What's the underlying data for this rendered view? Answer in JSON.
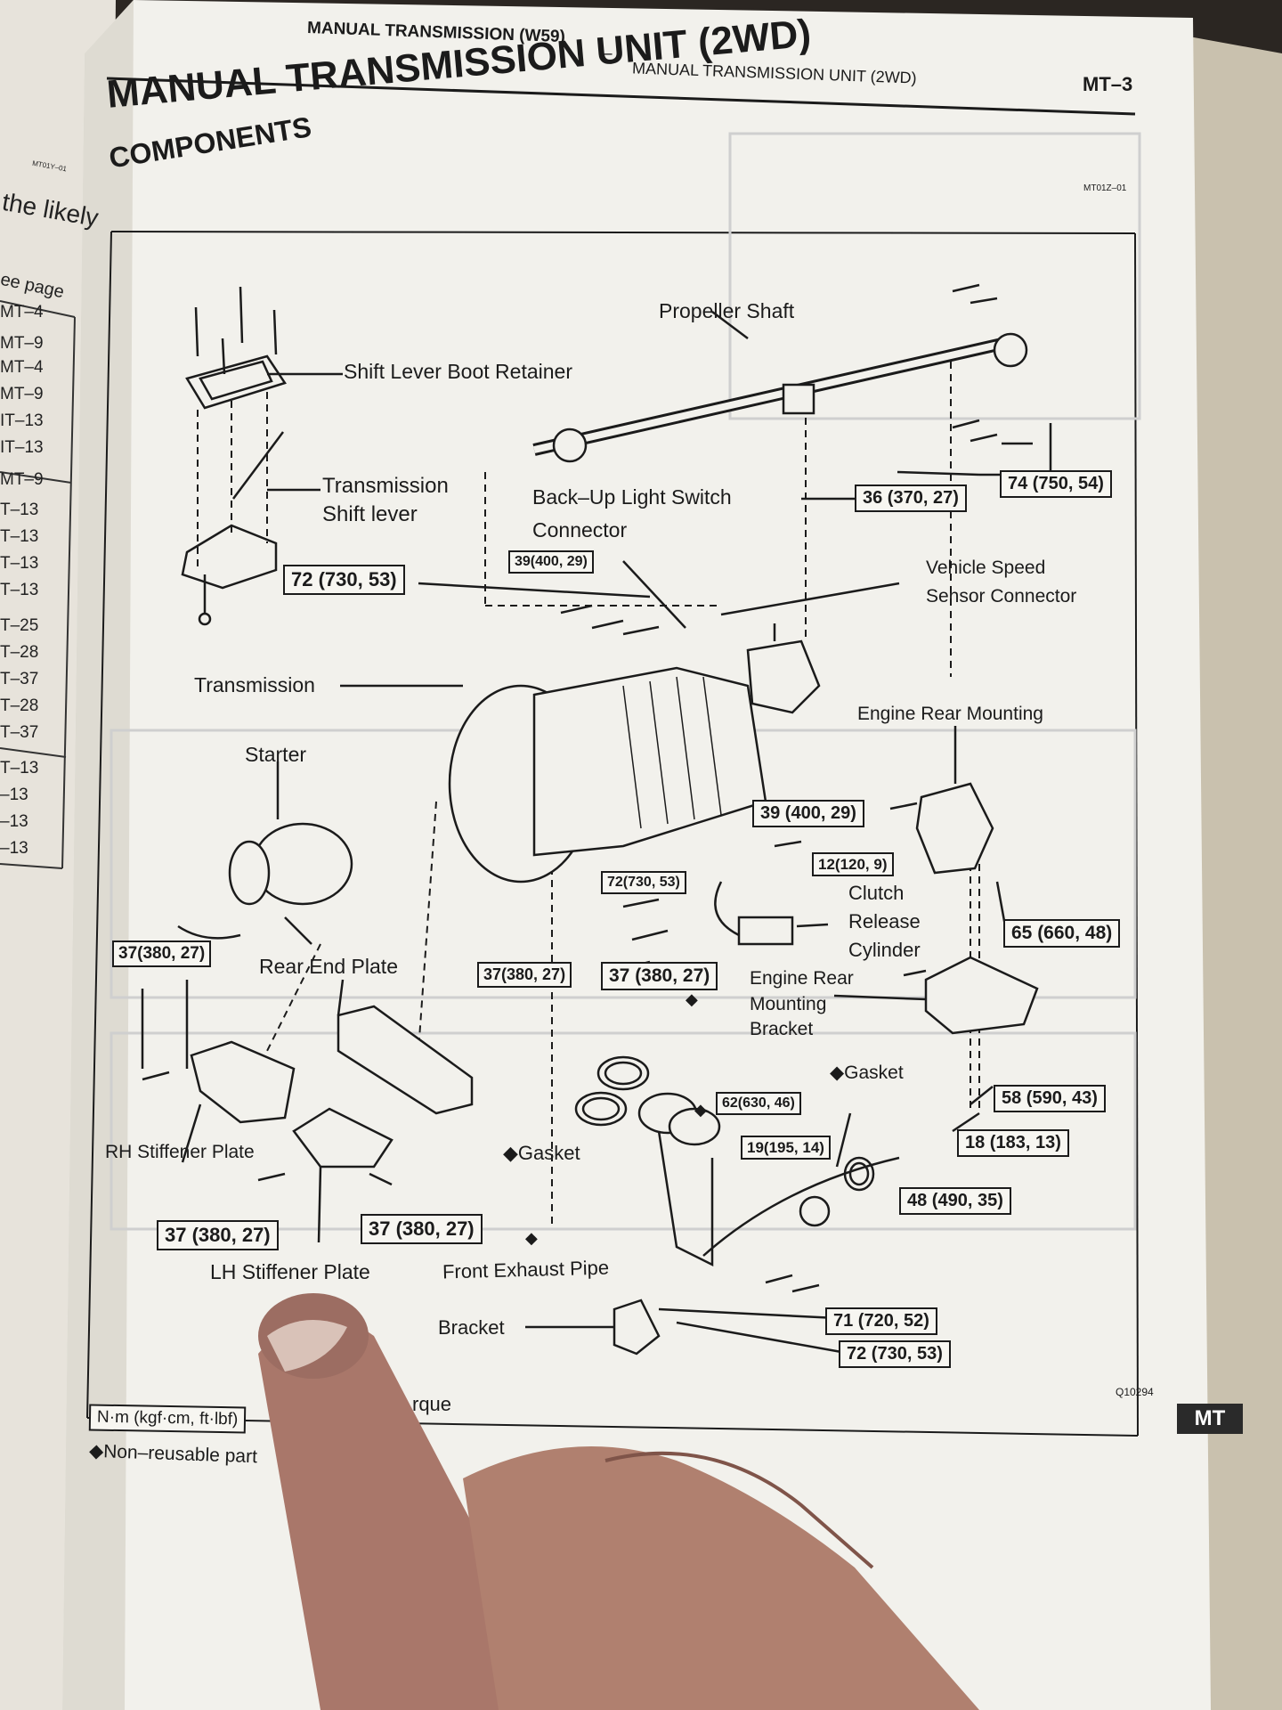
{
  "header": {
    "chapter": "MANUAL TRANSMISSION (W59)",
    "dash": "–",
    "section": "MANUAL TRANSMISSION UNIT (2WD)",
    "page": "MT–3",
    "title": "MANUAL TRANSMISSION UNIT (2WD)",
    "subtitle": "COMPONENTS",
    "fig_code": "MT01Z–01",
    "left_code": "MT01Y–01"
  },
  "left_page": {
    "fragment": "the likely",
    "see_page": "ee page",
    "refs": [
      "MT–4",
      "MT–9",
      "MT–4",
      "MT–9",
      "IT–13",
      "IT–13",
      "MT–9",
      "T–13",
      "T–13",
      "T–13",
      "T–13",
      "T–25",
      "T–28",
      "T–37",
      "T–28",
      "T–37",
      "T–13",
      "–13",
      "–13",
      "–13"
    ]
  },
  "parts": {
    "shift_lever_boot_retainer": "Shift Lever Boot Retainer",
    "transmission_shift_lever_1": "Transmission",
    "transmission_shift_lever_2": "Shift lever",
    "propeller_shaft": "Propeller Shaft",
    "backup_light_switch_1": "Back–Up Light Switch",
    "backup_light_switch_2": "Connector",
    "vehicle_speed_sensor_1": "Vehicle Speed",
    "vehicle_speed_sensor_2": "Sensor Connector",
    "transmission": "Transmission",
    "starter": "Starter",
    "engine_rear_mounting": "Engine Rear Mounting",
    "clutch_release_1": "Clutch",
    "clutch_release_2": "Release",
    "clutch_release_3": "Cylinder",
    "rear_end_plate": "Rear End Plate",
    "engine_rear_mounting_bracket_1": "Engine Rear",
    "engine_rear_mounting_bracket_2": "Mounting",
    "engine_rear_mounting_bracket_3": "Bracket",
    "gasket_right": "◆Gasket",
    "gasket_left": "◆Gasket",
    "rh_stiffener_plate": "RH Stiffener Plate",
    "lh_stiffener_plate": "LH Stiffener Plate",
    "front_exhaust_pipe": "Front Exhaust Pipe",
    "bracket": "Bracket"
  },
  "torques": {
    "t36": "36 (370, 27)",
    "t74": "74 (750, 54)",
    "t72_left": "72 (730, 53)",
    "t39_top": "39(400, 29)",
    "t39_mid": "39 (400, 29)",
    "t12": "12(120, 9)",
    "t72_mid": "72(730, 53)",
    "t65": "65 (660, 48)",
    "t37_a": "37(380, 27)",
    "t37_b": "37(380, 27)",
    "t37_c": "37 (380, 27)",
    "t58": "58 (590, 43)",
    "t62": "62(630, 46)",
    "t19": "19(195, 14)",
    "t18": "18 (183, 13)",
    "t48": "48 (490, 35)",
    "t37_d": "37 (380, 27)",
    "t37_e": "37 (380, 27)",
    "t71": "71 (720, 52)",
    "t72_bottom": "72 (730, 53)"
  },
  "legend": {
    "units": "N·m (kgf·cm, ft·lbf)",
    "torque_partial": "rque",
    "non_reusable": "◆Non–reusable part"
  },
  "footer": {
    "fig_id": "Q10294",
    "tab": "MT"
  },
  "colors": {
    "paper": "#f2f1ec",
    "ink": "#1b1b1b",
    "tab_bg": "#2a2a2a",
    "skin": "#a9776a"
  }
}
